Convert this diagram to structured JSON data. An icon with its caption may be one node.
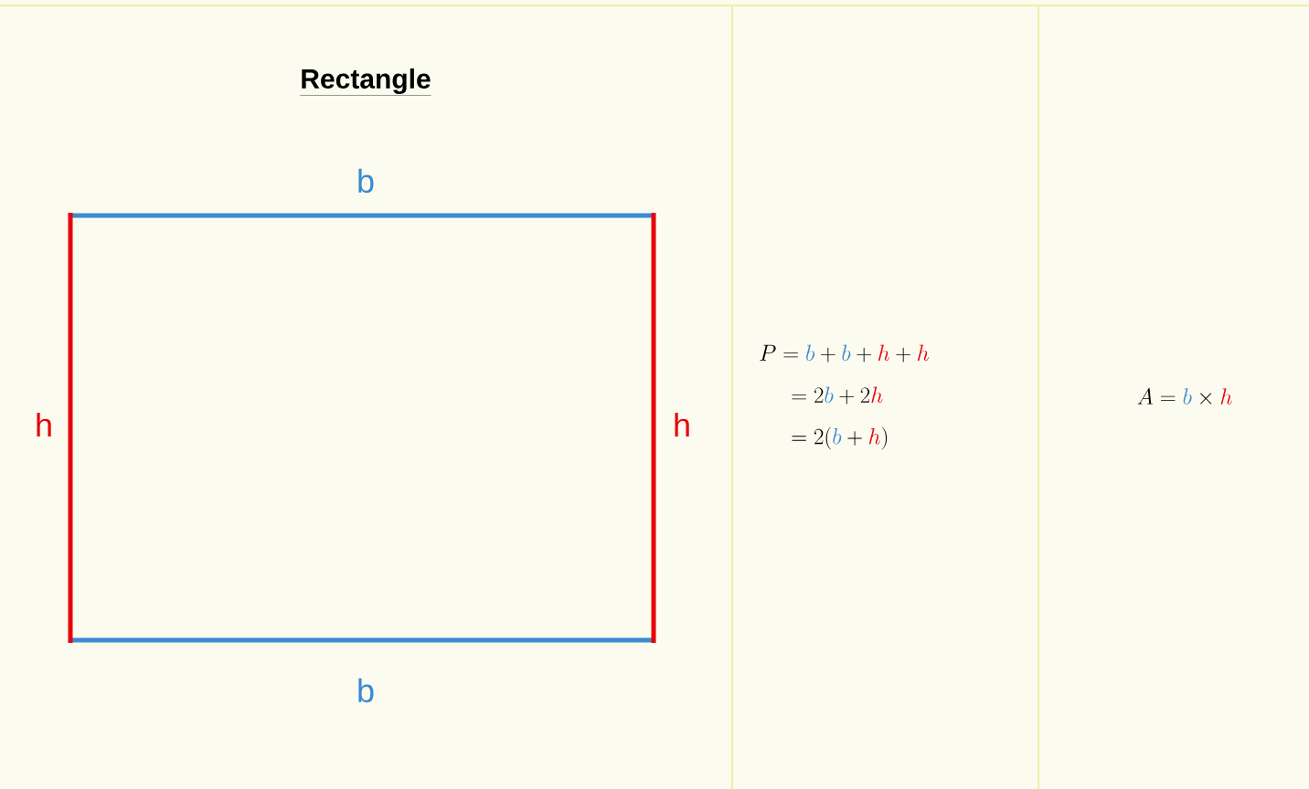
{
  "diagram": {
    "title": "Rectangle",
    "labels": [
      "b",
      "h",
      "h",
      "b",
      "P = {\\color[HTML]{3A8BD0}b} + {\\color[HTML]{3A8BD0}b} + {\\color[HTML]{E8000B}h} + {\\color[HTML]{E8000B}h}",
      "= 2{\\color[HTML]{3A8BD0}b} + 2{\\color[HTML]{E8000B}h}",
      "= 2({\\color[HTML]{3A8BD0}b} + {\\color[HTML]{E8000B}h})",
      "A = {\\color[HTML]{3A8BD0}b} \\times {\\color[HTML]{E8000B}h}"
    ]
  }
}
